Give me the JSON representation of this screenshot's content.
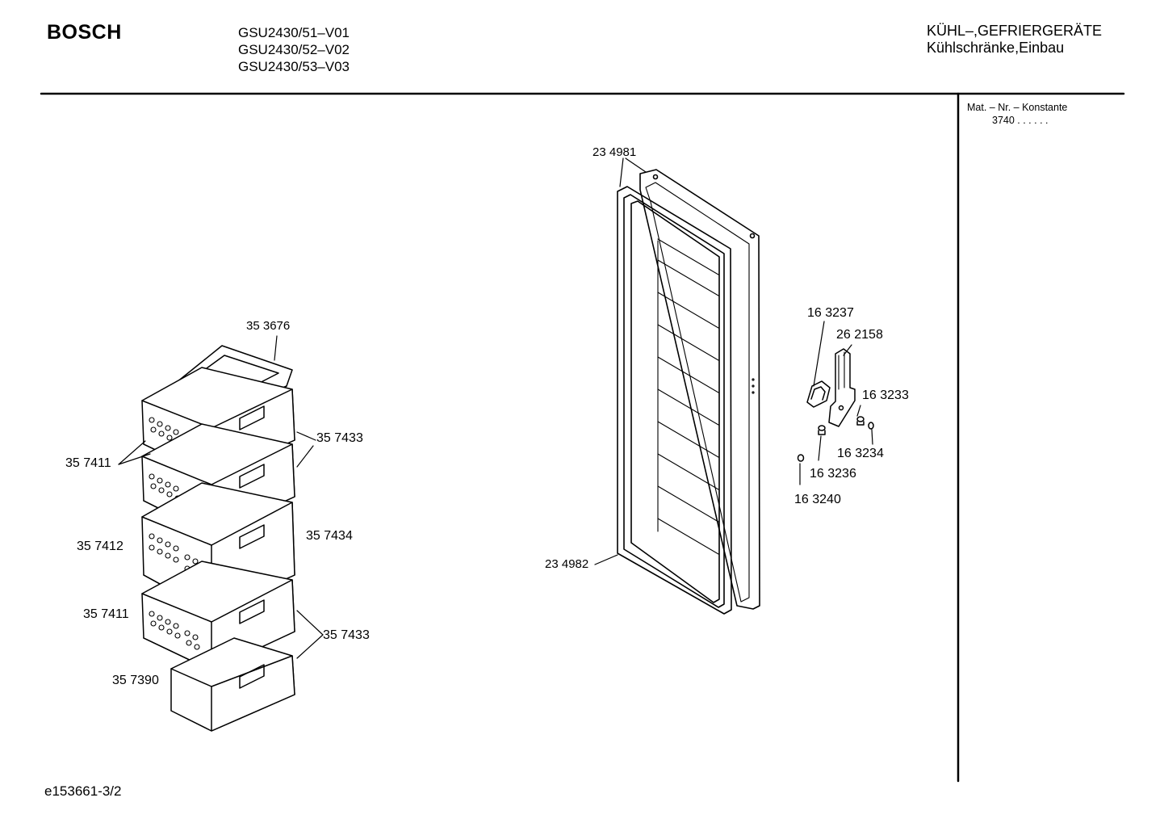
{
  "header": {
    "brand": "BOSCH",
    "models": [
      "GSU2430/51–V01",
      "GSU2430/52–V02",
      "GSU2430/53–V03"
    ],
    "category_line1": "KÜHL–,GEFRIERGERÄTE",
    "category_line2": "Kühlschränke,Einbau"
  },
  "sidebar": {
    "mat_label": "Mat. – Nr. – Konstante",
    "mat_value": "3740 .  .  .  .  .  ."
  },
  "footer": {
    "doc_id": "e153661-3/2"
  },
  "parts": {
    "p353676": "35 3676",
    "p357433a": "35 7433",
    "p357411a": "35 7411",
    "p357412": "35 7412",
    "p357434": "35 7434",
    "p357411b": "35 7411",
    "p357433b": "35 7433",
    "p357390": "35 7390",
    "p234981": "23 4981",
    "p234982": "23 4982",
    "p163237": "16 3237",
    "p262158": "26 2158",
    "p163233": "16 3233",
    "p163234": "16 3234",
    "p163236": "16 3236",
    "p163240": "16 3240"
  }
}
